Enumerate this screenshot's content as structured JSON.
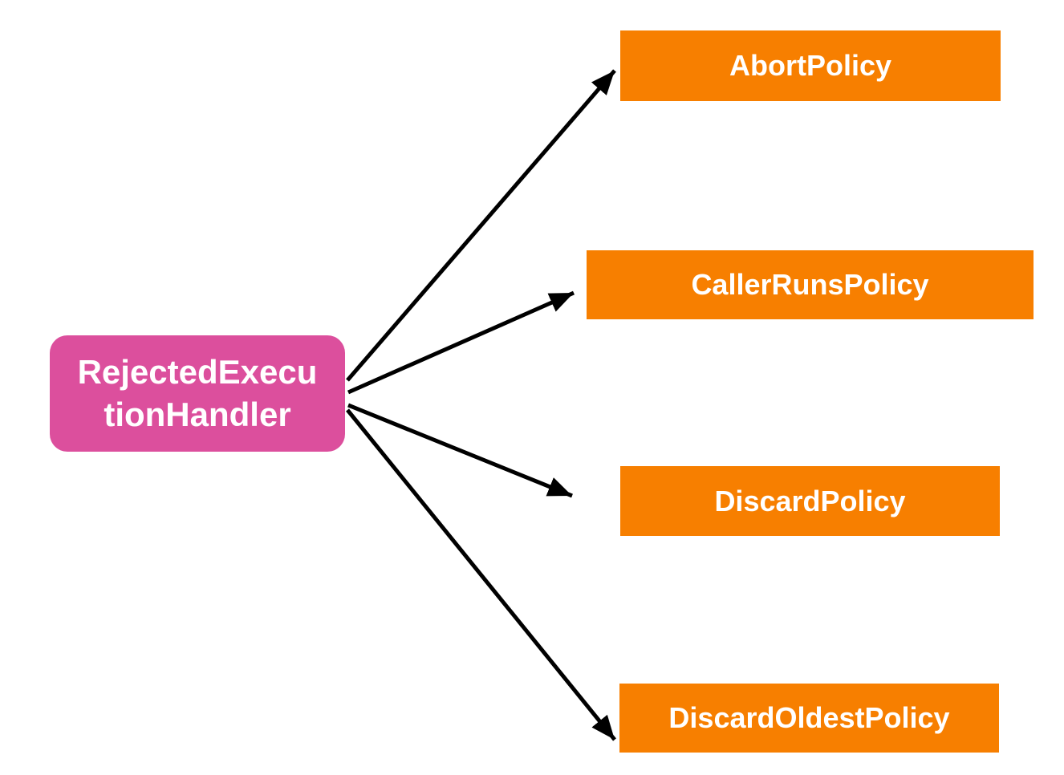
{
  "diagram": {
    "root": {
      "label": "RejectedExecutionHandler",
      "lines": [
        "RejectedExecu",
        "tionHandler"
      ]
    },
    "policies": [
      {
        "label": "AbortPolicy"
      },
      {
        "label": "CallerRunsPolicy"
      },
      {
        "label": "DiscardPolicy"
      },
      {
        "label": "DiscardOldestPolicy"
      }
    ],
    "relations": [
      {
        "from": "RejectedExecutionHandler",
        "to": "AbortPolicy"
      },
      {
        "from": "RejectedExecutionHandler",
        "to": "CallerRunsPolicy"
      },
      {
        "from": "RejectedExecutionHandler",
        "to": "DiscardPolicy"
      },
      {
        "from": "RejectedExecutionHandler",
        "to": "DiscardOldestPolicy"
      }
    ]
  },
  "colors": {
    "root_fill": "#DC4F9D",
    "policy_fill": "#F77F00",
    "text": "#FFFFFF",
    "arrow": "#000000",
    "background": "#FFFFFF"
  }
}
